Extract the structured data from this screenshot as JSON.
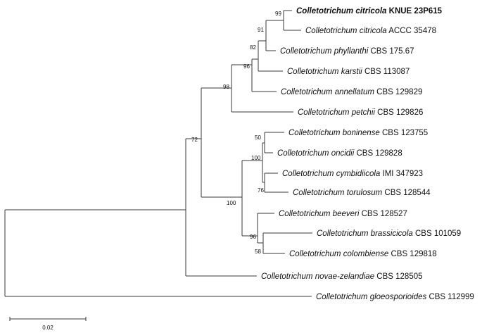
{
  "tree": {
    "taxa": [
      {
        "species": "Colletotrichum citricola",
        "strain": "KNUE 23P615",
        "bold": true
      },
      {
        "species": "Colletotrichum citricola",
        "strain": "ACCC 35478",
        "bold": false
      },
      {
        "species": "Colletotrichum phyllanthi",
        "strain": "CBS 175.67",
        "bold": false
      },
      {
        "species": "Colletotrichum karstii",
        "strain": "CBS 113087",
        "bold": false
      },
      {
        "species": "Colletotrichum annellatum",
        "strain": "CBS 129829",
        "bold": false
      },
      {
        "species": "Colletotrichum petchii",
        "strain": "CBS 129826",
        "bold": false
      },
      {
        "species": "Colletotrichum boninense",
        "strain": "CBS 123755",
        "bold": false
      },
      {
        "species": "Colletotrichum oncidii",
        "strain": "CBS 129828",
        "bold": false
      },
      {
        "species": "Colletotrichum cymbidiicola",
        "strain": "IMI 347923",
        "bold": false
      },
      {
        "species": "Colletotrichum torulosum",
        "strain": "CBS 128544",
        "bold": false
      },
      {
        "species": "Colletotrichum beeveri",
        "strain": "CBS 128527",
        "bold": false
      },
      {
        "species": "Colletotrichum brassicicola",
        "strain": "CBS 101059",
        "bold": false
      },
      {
        "species": "Colletotrichum colombiense",
        "strain": "CBS 129818",
        "bold": false
      },
      {
        "species": "Colletotrichum novae-zelandiae",
        "strain": "CBS 128505",
        "bold": false
      },
      {
        "species": "Colletotrichum gloeosporioides",
        "strain": "CBS 112999",
        "bold": false
      }
    ],
    "support_values": [
      "99",
      "91",
      "82",
      "96",
      "98",
      "50",
      "100",
      "76",
      "100",
      "96",
      "58",
      "72"
    ],
    "scale_bar_label": "0.02"
  }
}
